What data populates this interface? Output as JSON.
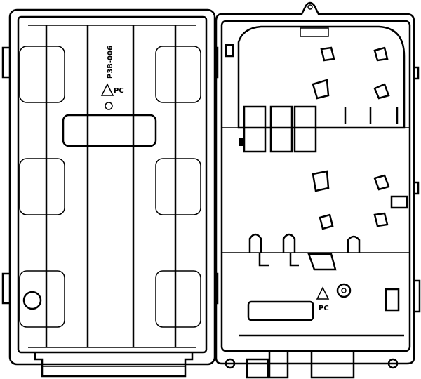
{
  "drawing": {
    "part_number": "P3B-006",
    "material_mark_left": "PC",
    "material_mark_right": "PC",
    "colors": {
      "line": "#000000",
      "background": "#ffffff"
    }
  }
}
